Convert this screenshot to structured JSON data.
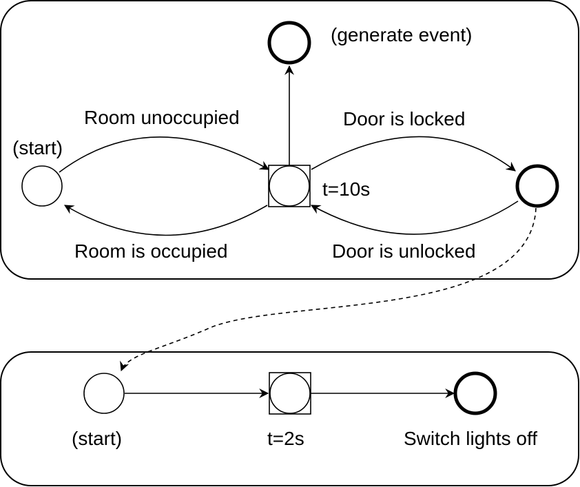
{
  "top_state_machine": {
    "start_label": "(start)",
    "event_label": "(generate event)",
    "timer_label": "t=10s",
    "edges": {
      "room_unoccupied": "Room unoccupied",
      "room_is_occupied": "Room is occupied",
      "door_is_locked": "Door is locked",
      "door_is_unlocked": "Door is unlocked"
    }
  },
  "bottom_state_machine": {
    "start_label": "(start)",
    "timer_label": "t=2s",
    "final_label": "Switch lights off"
  },
  "colors": {
    "stroke": "#000000",
    "background": "#ffffff"
  }
}
